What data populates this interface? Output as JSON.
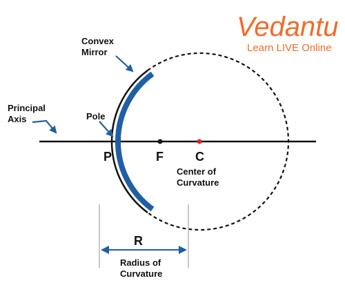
{
  "brand": {
    "name": "Vedantu",
    "tagline": "Learn LIVE Online",
    "color": "#f26b2a"
  },
  "labels": {
    "convex_mirror_line1": "Convex",
    "convex_mirror_line2": "Mirror",
    "principal_axis_line1": "Principal",
    "principal_axis_line2": "Axis",
    "pole": "Pole",
    "point_p": "P",
    "point_f": "F",
    "point_c": "C",
    "center_line1": "Center of",
    "center_line2": "Curvature",
    "radius_symbol": "R",
    "radius_line1": "Radius of",
    "radius_line2": "Curvature"
  },
  "colors": {
    "mirror": "#1f5fa3",
    "arrow": "#1f5fa3",
    "center_point": "#e02424",
    "line": "#111111",
    "guide": "#aaaaaa"
  }
}
